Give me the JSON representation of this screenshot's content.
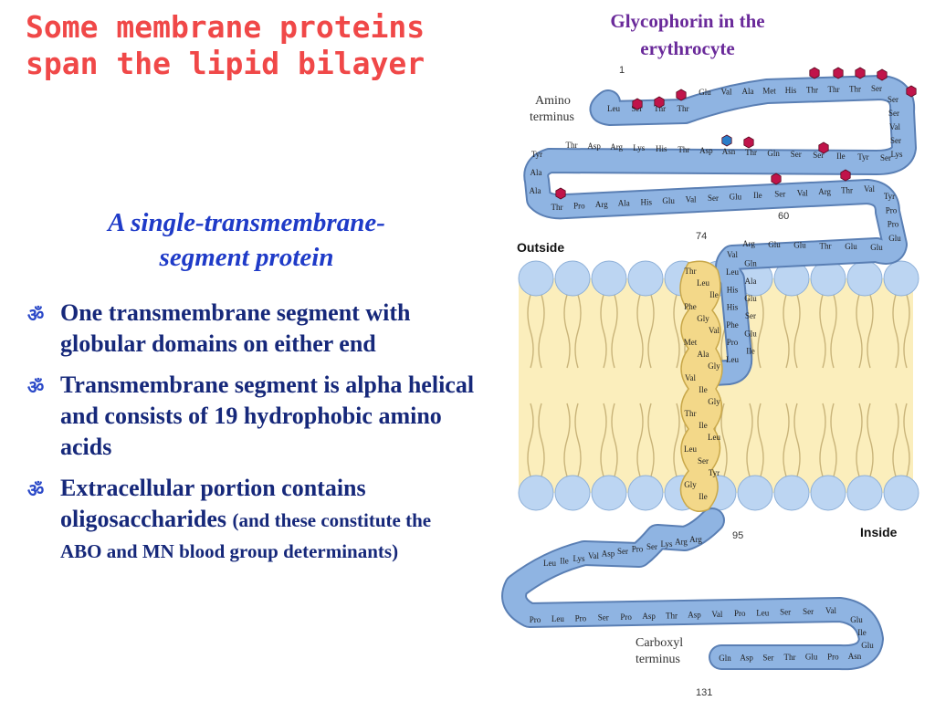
{
  "slide": {
    "title_line1": "Some membrane proteins",
    "title_line2": "span the lipid bilayer",
    "subtitle_line1": "A single-transmembrane-",
    "subtitle_line2": "segment protein",
    "bullet_glyph": "ॐ",
    "bullets": [
      {
        "text": "One transmembrane segment with globular domains on either end"
      },
      {
        "text": "Transmembrane segment is alpha helical and consists of 19 hydrophobic amino acids"
      },
      {
        "text": "Extracellular portion contains oligosaccharides",
        "note": "(and these constitute the ABO and MN blood group determinants)"
      }
    ]
  },
  "figure": {
    "caption_line1": "Glycophorin in the",
    "caption_line2": "erythrocyte",
    "labels": {
      "amino_line1": "Amino",
      "amino_line2": "terminus",
      "carboxyl_line1": "Carboxyl",
      "carboxyl_line2": "terminus",
      "outside": "Outside",
      "inside": "Inside"
    },
    "numbers": {
      "n1": "1",
      "n60": "60",
      "n74": "74",
      "n95": "95",
      "n131": "131"
    },
    "residues": {
      "top_row1": [
        "Glu",
        "Val",
        "Ala",
        "Met",
        "His",
        "Thr",
        "Thr",
        "Thr",
        "Ser"
      ],
      "top_row1_left": [
        "Leu",
        "Ser",
        "Thr",
        "Thr"
      ],
      "top_right": [
        "Ser",
        "Ser",
        "Val",
        "Ser",
        "Lys"
      ],
      "row2": [
        "Thr",
        "Asp",
        "Arg",
        "Lys",
        "His",
        "Thr",
        "Asp",
        "Asn",
        "Thr",
        "Gln",
        "Ser",
        "Ser",
        "Ile",
        "Tyr",
        "Ser"
      ],
      "left_turn": [
        "Tyr",
        "Ala",
        "Ala"
      ],
      "row3": [
        "Thr",
        "Pro",
        "Arg",
        "Ala",
        "His",
        "Glu",
        "Val",
        "Ser",
        "Glu",
        "Ile",
        "Ser",
        "Val",
        "Arg",
        "Thr",
        "Val"
      ],
      "right_turn": [
        "Tyr",
        "Pro",
        "Pro",
        "Glu"
      ],
      "row4": [
        "Arg",
        "Glu",
        "Glu",
        "Thr",
        "Glu",
        "Glu"
      ],
      "outer_stem": [
        "Val",
        "Gln",
        "Leu",
        "Ala",
        "His",
        "Glu",
        "His",
        "Ser",
        "Phe",
        "Glu",
        "Pro",
        "Ile",
        "Leu"
      ],
      "tm_helix": [
        "Thr",
        "Leu",
        "Ile",
        "Phe",
        "Gly",
        "Val",
        "Met",
        "Ala",
        "Gly",
        "Val",
        "Ile",
        "Gly",
        "Thr",
        "Ile",
        "Leu",
        "Leu",
        "Ser",
        "Tyr",
        "Gly",
        "Ile"
      ],
      "inner_loop": [
        "Arg",
        "Arg",
        "Lys",
        "Ser",
        "Pro",
        "Ser",
        "Asp",
        "Val",
        "Lys",
        "Ile",
        "Leu"
      ],
      "bottom_row1": [
        "Pro",
        "Leu",
        "Pro",
        "Ser",
        "Pro",
        "Asp",
        "Thr",
        "Asp",
        "Val",
        "Pro",
        "Leu",
        "Ser",
        "Ser",
        "Val"
      ],
      "bottom_right": [
        "Glu",
        "Ile",
        "Glu"
      ],
      "bottom_row2": [
        "Gln",
        "Asp",
        "Ser",
        "Thr",
        "Glu",
        "Pro",
        "Asn"
      ]
    },
    "colors": {
      "chain_fill": "#8fb4e2",
      "chain_stroke": "#5a7fb4",
      "helix_fill": "#f3d889",
      "lipid_fill": "#fbeebc",
      "headgroup_fill": "#bcd5f2",
      "oligosaccharide": "#c0144a",
      "nacetyl": "#2a7cc8"
    }
  }
}
